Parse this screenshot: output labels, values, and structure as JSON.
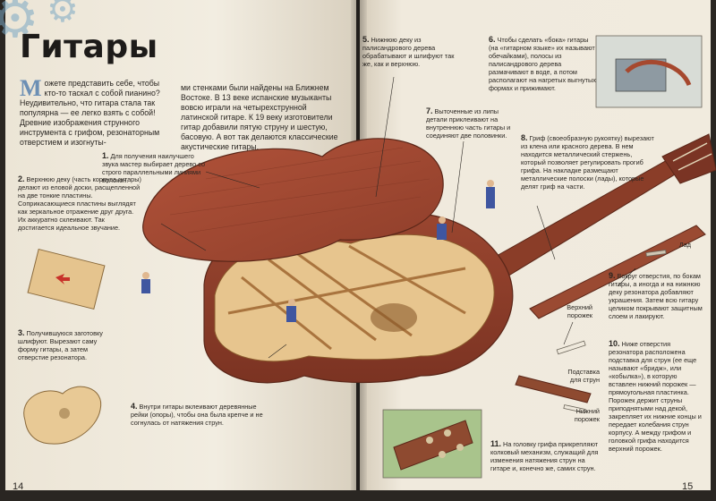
{
  "title": "Гитары",
  "intro": {
    "dropcap": "М",
    "lead": "ожете представить себе, чтобы кто-то таскал с собой пианино? Неудивительно, что гитара стала так популярна — ее легко взять с собой!",
    "p2_start": "Древние изображения струнного инструмента с грифом, резонаторным отверстием и изогнуты-",
    "p2_end": "ми стенками были найдены на Ближнем Востоке. В 13 веке испанские музыканты вовсю играли на четырехструнной латинской гитаре. К 19 веку изготовители гитар добавили пятую струну и шестую, басовую. А вот так делаются классические акустические гитары."
  },
  "steps": [
    {
      "n": "1.",
      "text": "Для получения наилучшего звука мастер выбирает дерево со строго параллельными линиями волокон."
    },
    {
      "n": "2.",
      "text": "Верхнюю деку (часть корпуса гитары) делают из еловой доски, расщепленной на две тонкие пластины. Соприкасающиеся пластины выглядят как зеркальное отражение друг друга. Их аккуратно склеивают. Так достигается идеальное звучание."
    },
    {
      "n": "3.",
      "text": "Получившуюся заготовку шлифуют. Вырезают саму форму гитары, а затем отверстие резонатора."
    },
    {
      "n": "4.",
      "text": "Внутри гитары вклеивают деревянные рейки (опоры), чтобы она была крепче и не согнулась от натяжения струн."
    },
    {
      "n": "5.",
      "text": "Нижнюю деку из палисандрового дерева обрабатывают и шлифуют так же, как и верхнюю."
    },
    {
      "n": "6.",
      "text": "Чтобы сделать «бока» гитары (на «гитарном языке» их называют обечайками), полосы из палисандрового дерева размачивают в воде, а потом располагают на нагретых выгнутых формах и прижимают."
    },
    {
      "n": "7.",
      "text": "Выточенные из липы детали приклеивают на внутреннюю часть гитары и соединяют две половинки."
    },
    {
      "n": "8.",
      "text": "Гриф (своеобразную рукоятку) вырезают из клена или красного дерева. В нем находится металлический стержень, который позволяет регулировать прогиб грифа. На накладке размещают металлические полоски (лады), которые делят гриф на части."
    },
    {
      "n": "9.",
      "text": "Вокруг отверстия, по бокам гитары, а иногда и на нижнюю деку резонатора добавляют украшения. Затем всю гитару целиком покрывают защитным слоем и лакируют."
    },
    {
      "n": "10.",
      "text": "Ниже отверстия резонатора расположена подставка для струн (ее еще называют «бридж», или «кобылка»), в которую вставлен нижний порожек — прямоугольная пластинка. Порожек держит струны приподнятыми над декой, закрепляет их нижние концы и передает колебания струн корпусу. А между грифом и головкой грифа находится верхний порожек."
    },
    {
      "n": "11.",
      "text": "На головку грифа прикрепляют колковый механизм, служащий для изменения натяжения струн на гитаре и, конечно же, самих струн."
    }
  ],
  "labels": {
    "fret": "Лад",
    "top_nut": "Верхний порожек",
    "bridge": "Подставка для струн",
    "bottom_nut": "Нижний порожек"
  },
  "page_numbers": {
    "left": "14",
    "right": "15"
  }
}
